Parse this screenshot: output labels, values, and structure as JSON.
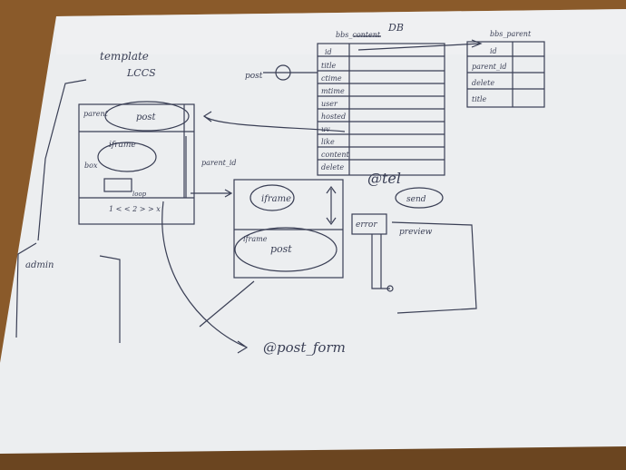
{
  "photo": {
    "subject": "hand-drawn wireframe sketch on white paper",
    "background_color": "#8a5a2a",
    "paper_color": "#eceef0",
    "ink_color": "#3a3f55"
  },
  "sketch": {
    "header_left": "template",
    "header_left2": "LCCS",
    "header_db": "DB",
    "table_left_title": "bbs_content",
    "table_right_title": "bbs_parent",
    "table_left_rows": [
      "id",
      "title",
      "ctime",
      "mtime",
      "user",
      "hosted",
      "uv",
      "like",
      "content",
      "delete"
    ],
    "table_right_rows": [
      "id",
      "parent_id",
      "delete",
      "title"
    ],
    "post_label": "post",
    "left_frame_labels": [
      "parent",
      "post",
      "iframe",
      "box",
      "loop"
    ],
    "pagination": "1 < < 2 > > x",
    "admin_label": "admin",
    "parent_id_label": "parent_id",
    "center_iframe": "iframe",
    "center_post": "post",
    "center_title": "iframe",
    "at_tel": "@tel",
    "send": "send",
    "error": "error",
    "preview": "preview",
    "post_form": "@post_form"
  }
}
